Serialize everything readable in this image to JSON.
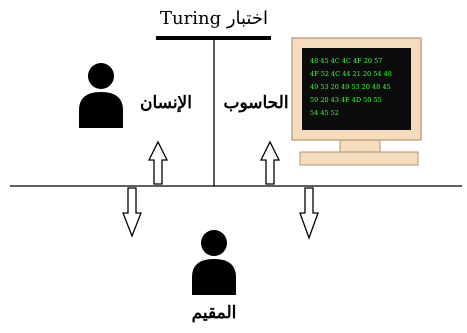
{
  "title": "اختبار Turing",
  "labels": {
    "human": "الإنسان",
    "computer": "الحاسوب",
    "judge": "المقيم"
  },
  "monitor": {
    "rows": [
      "48 45 4C 4C 4F 20 57",
      "4F 52 4C 44 21 20 54 48",
      "49 53 20 49 53 20 48 45",
      "59 20 43 4F 4D 50 55",
      "54 45 52"
    ]
  },
  "colors": {
    "line": "#000000",
    "monitor_frame": "#f5dcbd",
    "monitor_screen": "#0c0c0c",
    "monitor_text": "#3cff3c"
  }
}
